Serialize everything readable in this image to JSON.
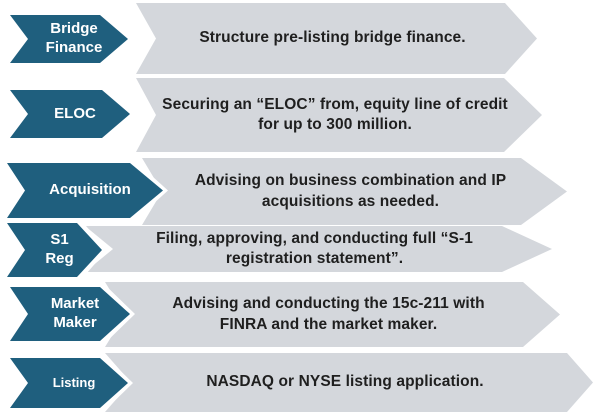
{
  "diagram": {
    "type": "process-chevron-flow",
    "colors": {
      "arrow_fill": "#1f5f7e",
      "banner_fill": "#d4d7dc",
      "description_text": "#1f1f1f",
      "label_text": "#ffffff",
      "background": "#ffffff"
    },
    "steps": [
      {
        "label": "Bridge\nFinance",
        "description": "Structure pre-listing bridge finance."
      },
      {
        "label": "ELOC",
        "description": "Securing an “ELOC” from, equity line of credit for up to 300 million."
      },
      {
        "label": "Acquisition",
        "description": "Advising on business combination and IP acquisitions as needed."
      },
      {
        "label": "S1\nReg",
        "description": "Filing, approving, and conducting full “S-1 registration statement”."
      },
      {
        "label": "Market\nMaker",
        "description": "Advising and conducting the 15c-211 with FINRA and the market maker."
      },
      {
        "label": "Listing",
        "description": "NASDAQ or NYSE listing application."
      }
    ]
  }
}
